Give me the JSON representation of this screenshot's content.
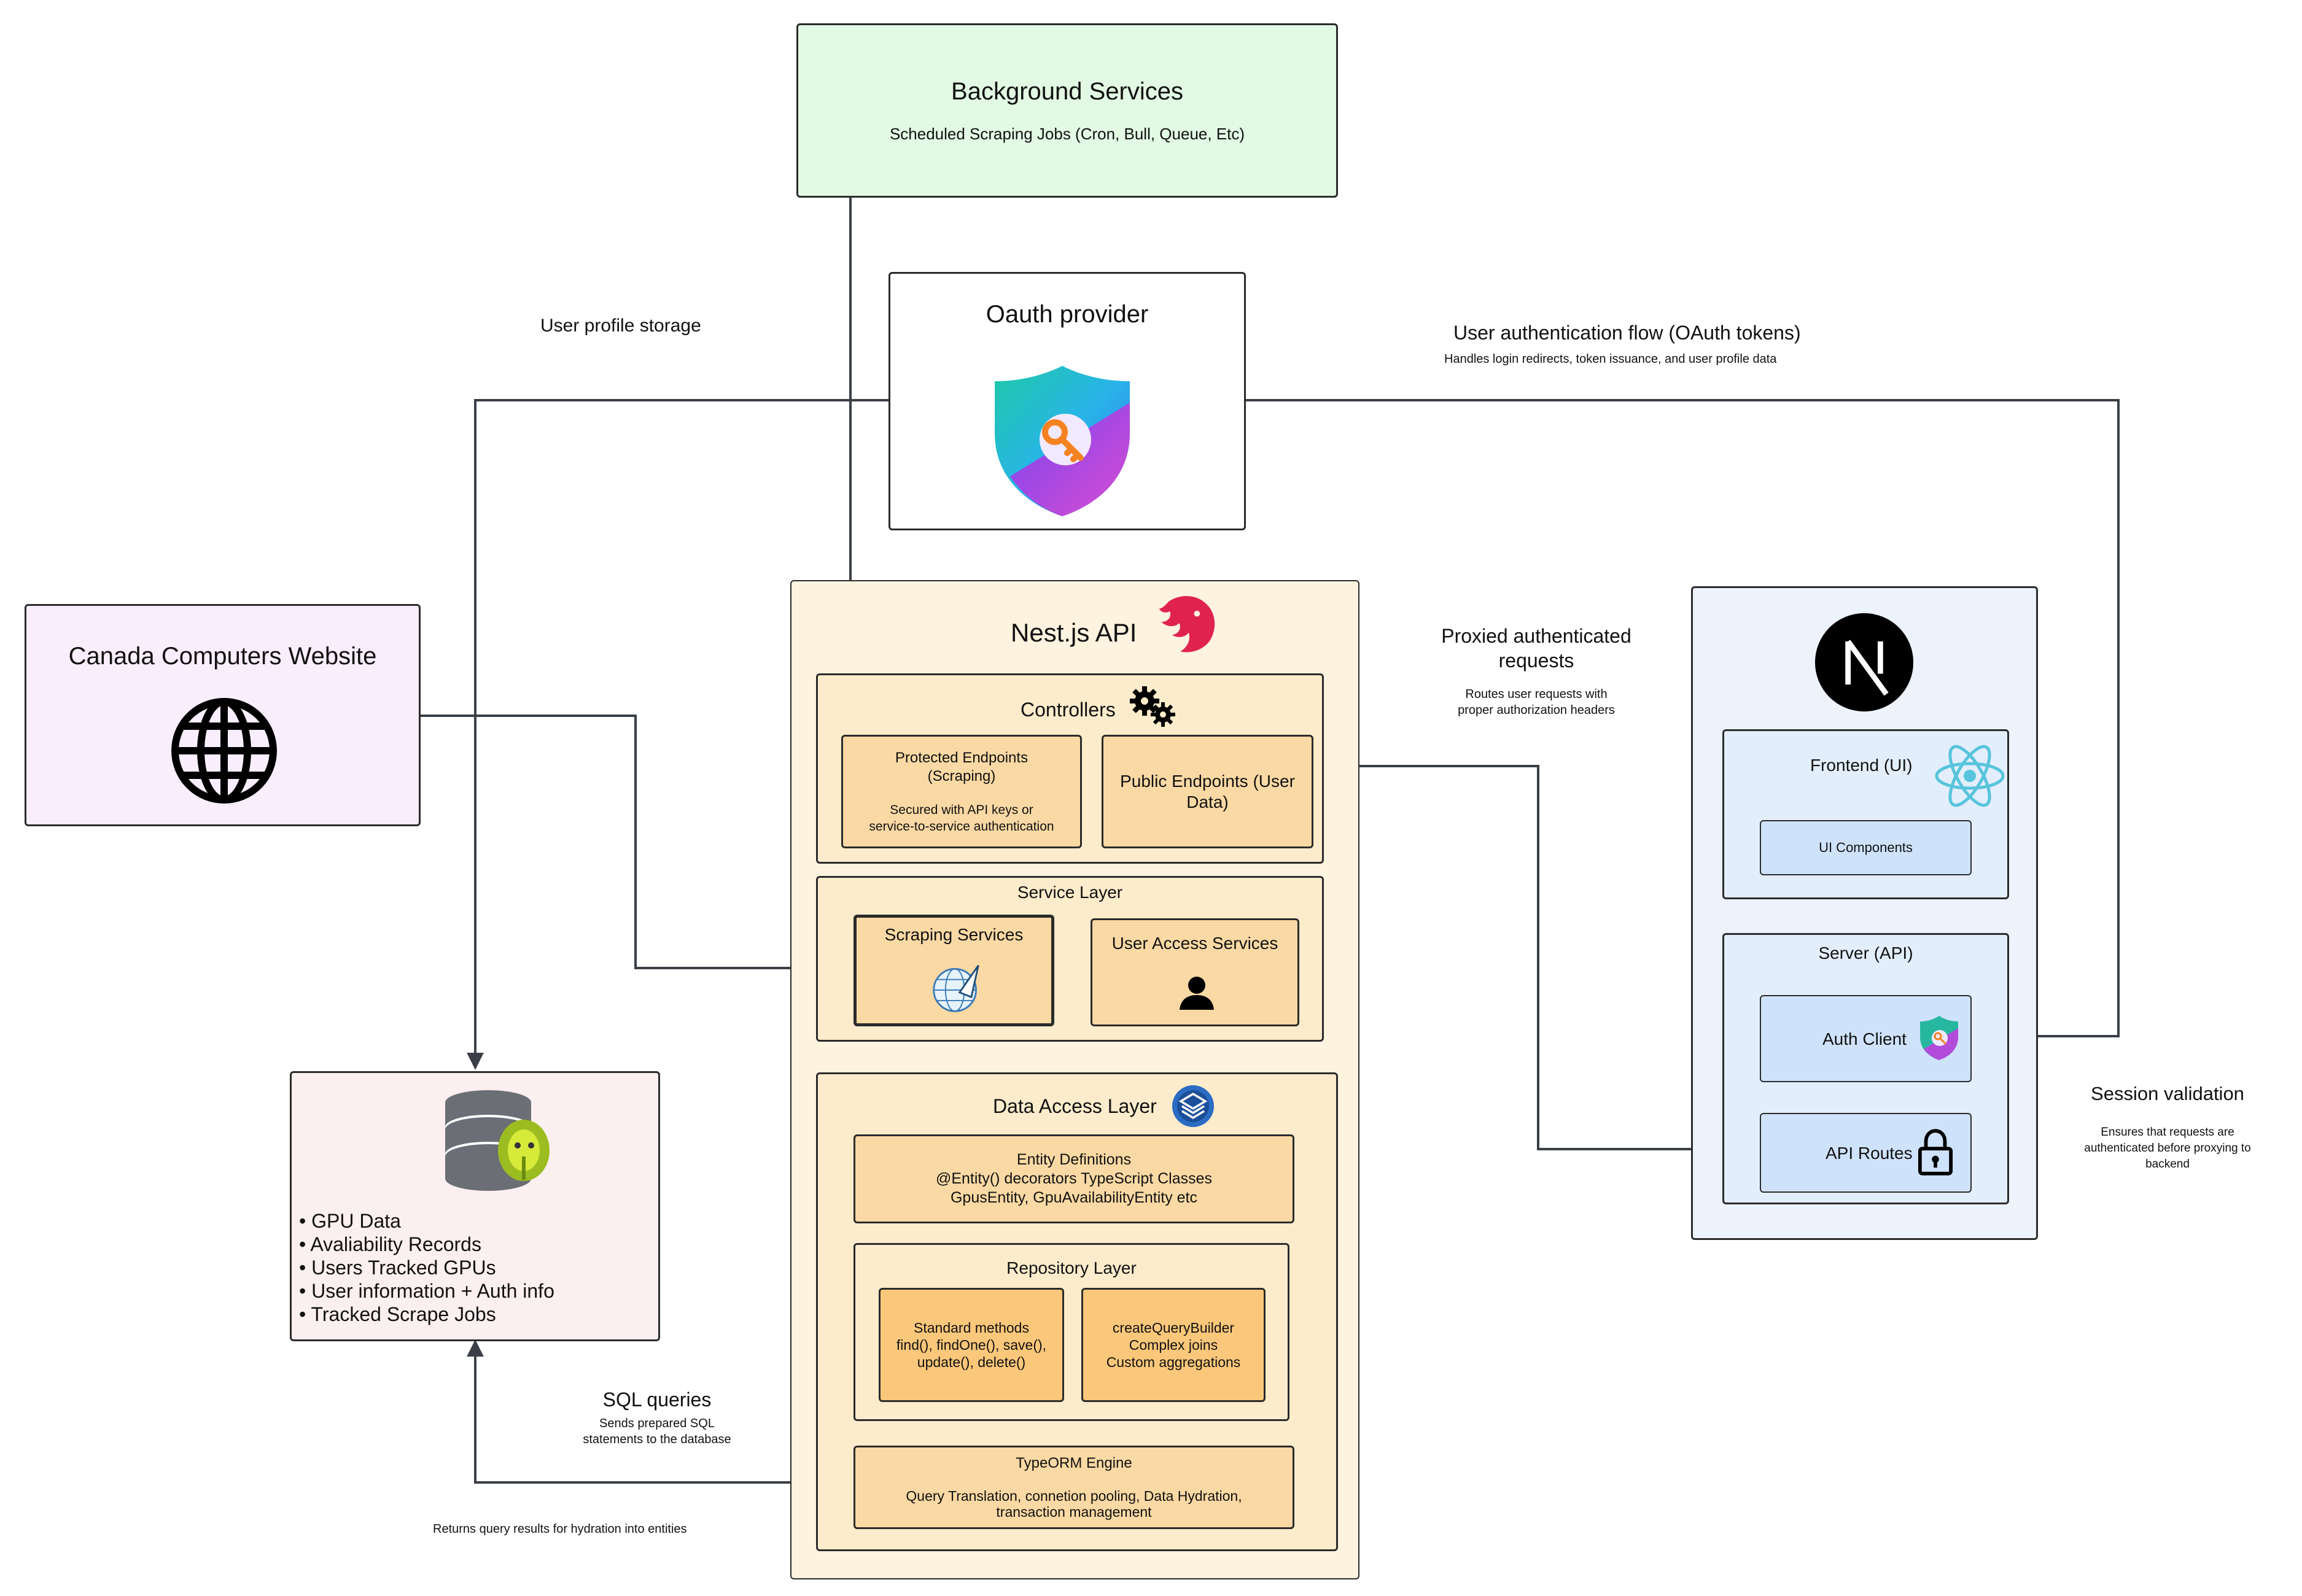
{
  "background": {
    "title": "Background Services",
    "subtitle": "Scheduled Scraping Jobs (Cron, Bull, Queue, Etc)"
  },
  "oauth": {
    "title": "Oauth provider"
  },
  "labels": {
    "user_profile_storage": "User profile storage",
    "auth_flow_title": "User authentication flow (OAuth tokens)",
    "auth_flow_sub": "Handles login redirects, token issuance, and user profile data",
    "proxied_title_1": "Proxied authenticated",
    "proxied_title_2": "requests",
    "proxied_sub_1": "Routes user requests with",
    "proxied_sub_2": "proper authorization headers",
    "session_title": "Session validation",
    "session_sub_1": "Ensures that requests are",
    "session_sub_2": "authenticated before proxying to",
    "session_sub_3": "backend",
    "sql_title": "SQL queries",
    "sql_sub_1": "Sends prepared SQL",
    "sql_sub_2": "statements to the database",
    "returns": "Returns query results for hydration into entities"
  },
  "canada": {
    "title": "Canada Computers Website"
  },
  "database": {
    "items": [
      "GPU Data",
      "Avaliability Records",
      "Users Tracked GPUs",
      "User information + Auth info",
      "Tracked Scrape Jobs"
    ]
  },
  "nest": {
    "title": "Nest.js API",
    "controllers": {
      "title": "Controllers",
      "protected_title_1": "Protected Endpoints",
      "protected_title_2": "(Scraping)",
      "protected_sub_1": "Secured with API keys or",
      "protected_sub_2": "service-to-service authentication",
      "public_1": "Public Endpoints (User",
      "public_2": "Data)"
    },
    "service": {
      "title": "Service Layer",
      "scraping": "Scraping Services",
      "user_access": "User Access Services"
    },
    "data_access": {
      "title": "Data Access Layer",
      "entity_1": "Entity Definitions",
      "entity_2": "@Entity() decorators TypeScript Classes",
      "entity_3": "GpusEntity, GpuAvailabilityEntity etc",
      "repo_title": "Repository Layer",
      "std_1": "Standard methods",
      "std_2": "find(), findOne(), save(),",
      "std_3": "update(), delete()",
      "qb_1": "createQueryBuilder",
      "qb_2": "Complex joins",
      "qb_3": "Custom aggregations",
      "orm_title": "TypeORM Engine",
      "orm_sub_1": "Query Translation, connetion pooling, Data Hydration,",
      "orm_sub_2": "transaction management"
    }
  },
  "next": {
    "frontend": "Frontend (UI)",
    "ui_components": "UI Components",
    "server": "Server (API)",
    "auth_client": "Auth Client",
    "api_routes": "API Routes"
  },
  "colors": {
    "background_services": "#e2f9e3",
    "canada": "#f9eefd",
    "database": "#fcefef",
    "nest_outer": "#fdf3df",
    "nest_inner": "#fdeccc",
    "nest_card": "#fbd9a4",
    "next_outer": "#ecf3fd",
    "next_card": "#cfe2fb"
  }
}
